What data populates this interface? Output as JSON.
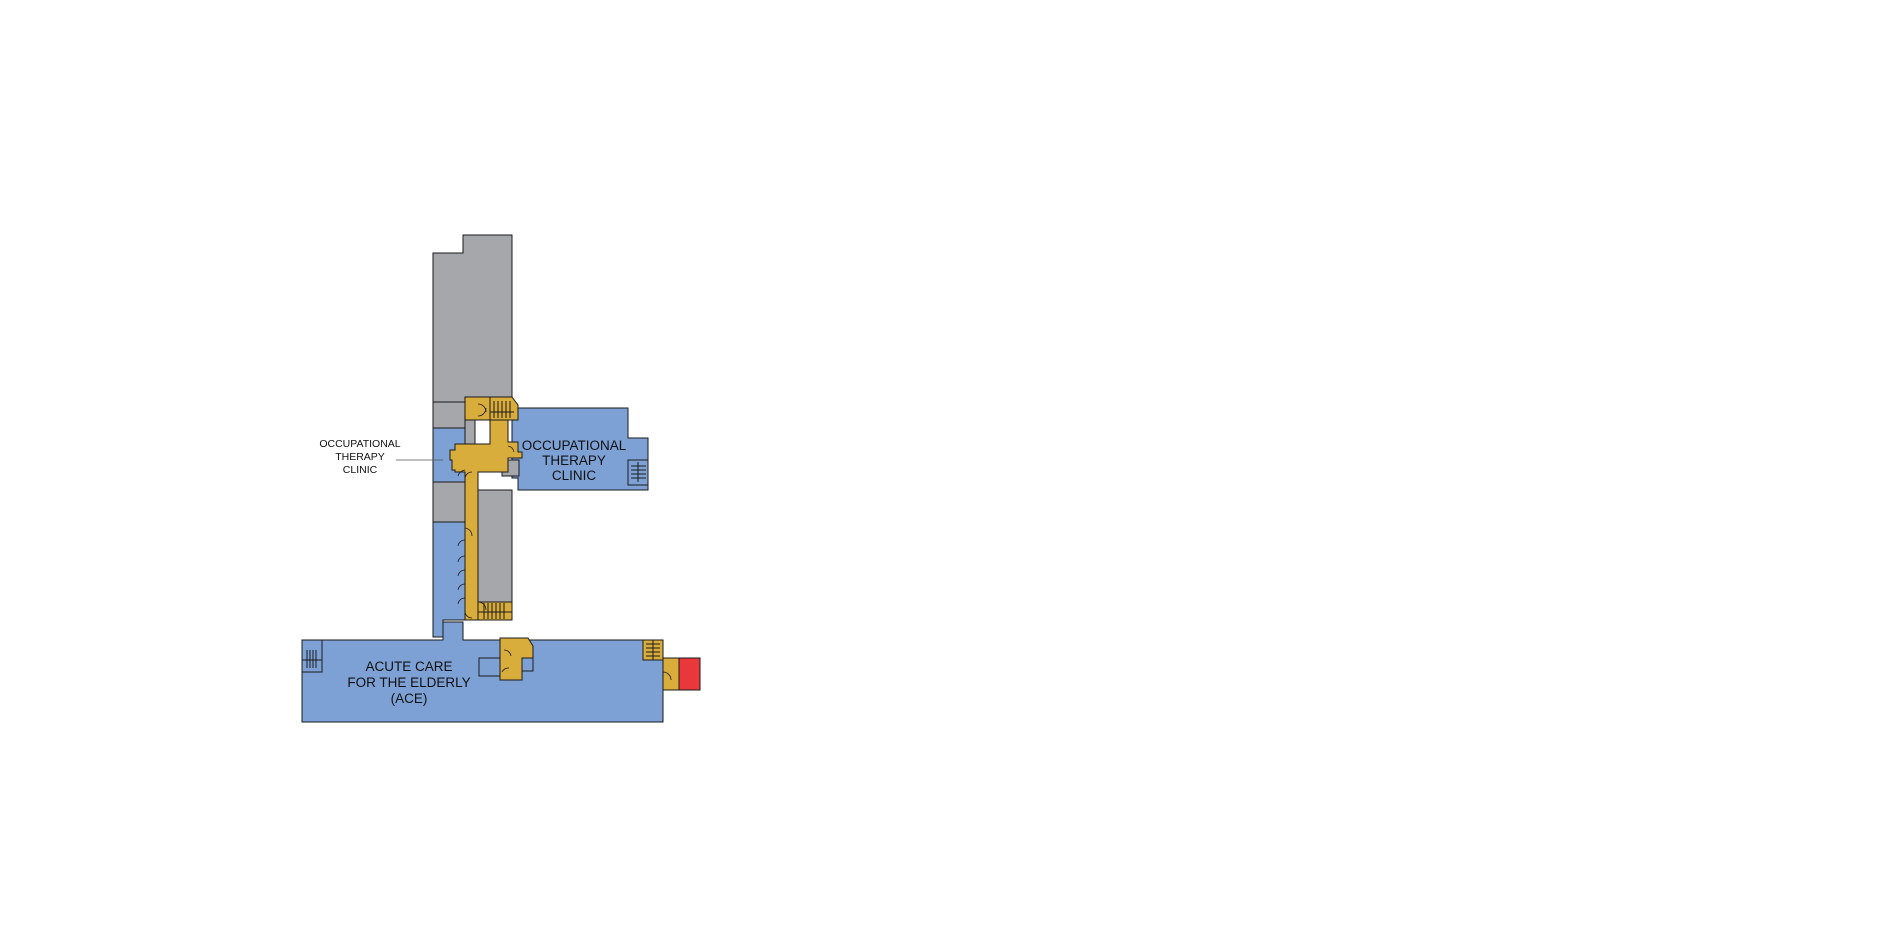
{
  "colors": {
    "public_area": "#7ea1d5",
    "circulation": "#d9ad3c",
    "non_public": "#a6a7aa",
    "emergency": "#e8383c",
    "outline": "#1a1a1a",
    "background": "#ffffff"
  },
  "labels": {
    "callout": [
      "OCCUPATIONAL",
      "THERAPY",
      "CLINIC"
    ],
    "ot_clinic": [
      "OCCUPATIONAL",
      "THERAPY",
      "CLINIC"
    ],
    "ace_unit": [
      "ACUTE CARE",
      "FOR THE ELDERLY",
      "(ACE)"
    ]
  },
  "icons": {
    "stairs": "stairs-icon",
    "door_swing": "door-swing-icon"
  }
}
